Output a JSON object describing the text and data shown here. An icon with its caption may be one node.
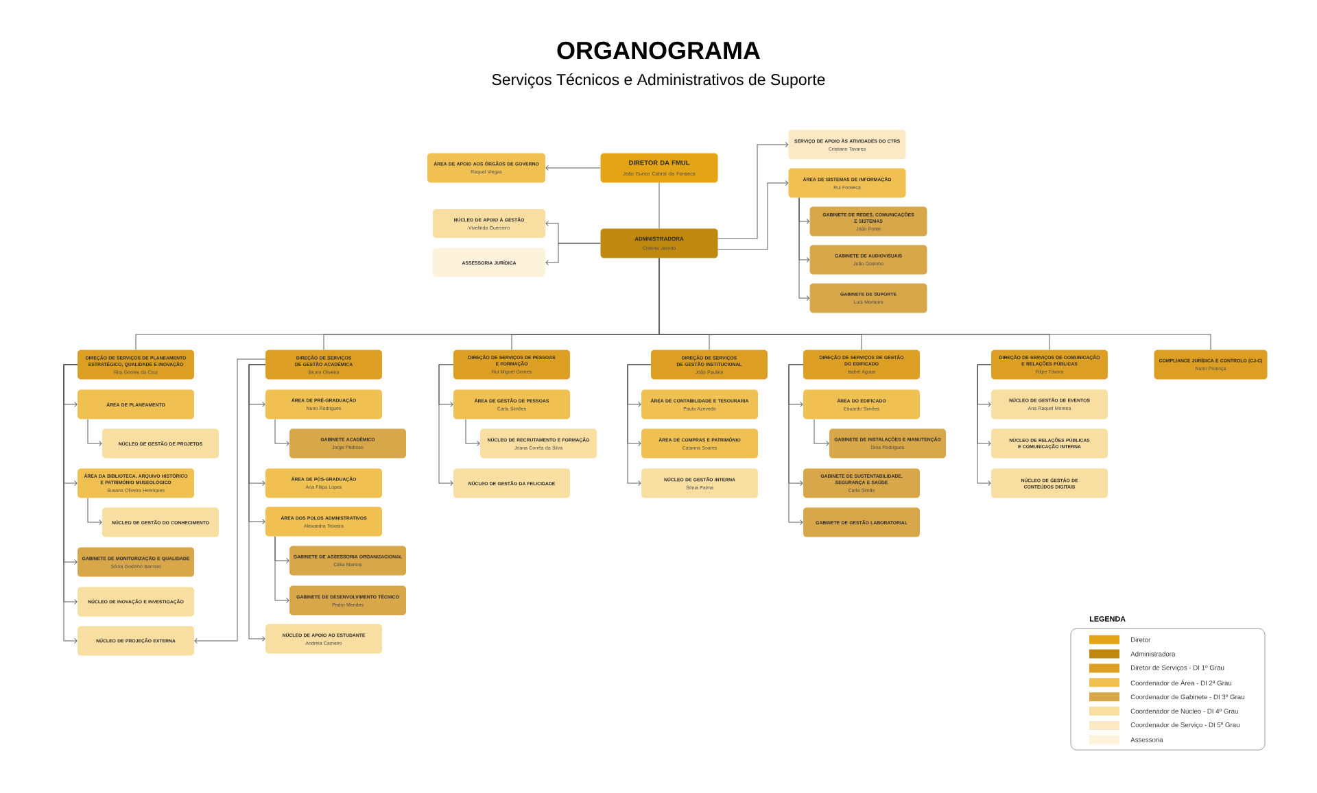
{
  "diagram": {
    "title": "ORGANOGRAMA",
    "nodes": [
      {
        "text": [
          "DIRETOR DA FMUL",
          "João Eurico Cabral da Fonseca"
        ]
      },
      {
        "text": [
          "ÁREA DE APOIO AOS ÓRGÃOS DE GOVERNO",
          "Raquel Viegas"
        ]
      },
      {
        "text": [
          "ADMNISTRADORA",
          "Cristina Jacinto"
        ]
      },
      {
        "text": [
          "NÚCLEO DE APOIO À GESTÃO",
          "Vivelinda Guerreiro"
        ]
      },
      {
        "text": [
          "ASSESSORIA JURÍDICA"
        ]
      },
      {
        "text": [
          "SERVIÇO DE APOIO ÀS ATIVIDADES DO CTRS",
          "Cristiano Tavares"
        ]
      },
      {
        "text": [
          "ÁREA DE SISTEMAS DE INFORMAÇÃO",
          "Rui Fonseca"
        ]
      },
      {
        "text": [
          "GABINETE DE REDES, COMUNICAÇÕES E SISTEMAS",
          "João Ponte"
        ]
      },
      {
        "text": [
          "GABINETE DE AUDIOVISUAIS",
          "João Godinho"
        ]
      },
      {
        "text": [
          "GABINETE DE SUPORTE",
          "Luís Monteiro"
        ]
      },
      {
        "text": [
          "DIREÇÃO DE SERVIÇOS DE PLANEAMENTO ESTRATÉGICO, QUALIDADE E INOVAÇÃO",
          "Rita Gomes da Cruz"
        ]
      },
      {
        "text": [
          "ÁREA DE PLANEAMENTO"
        ]
      },
      {
        "text": [
          "NÚCLEO DE GESTÃO DE PROJETOS"
        ]
      },
      {
        "text": [
          "ÁREA DA BIBLIOTECA, ARQUIVO HISTÓRICO E PATRIMÓNIO MUSEOLÓGICO",
          "Susana Oliveira Henriques"
        ]
      },
      {
        "text": [
          "NÚCLEO DE GESTÃO DO CONHECIMENTO"
        ]
      },
      {
        "text": [
          "GABINETE DE MONITORIZAÇÃO E QUALIDADE",
          "Sónia Godinho Barroso"
        ]
      },
      {
        "text": [
          "NÚCLEO DE INOVAÇÃO E INVESTIGAÇÃO"
        ]
      },
      {
        "text": [
          "NÚCLEO DE PROJEÇÃO EXTERNA"
        ]
      },
      {
        "text": [
          "DIREÇÃO DE SERVIÇOS DE GESTÃO ACADÉMICA",
          "Bruno Oliveira"
        ]
      },
      {
        "text": [
          "ÁREA DE PRÉ-GRADUAÇÃO",
          "Nuno Rodrigues"
        ]
      },
      {
        "text": [
          "GABINETE ACADÉMICO",
          "Jorge Pedroso"
        ]
      },
      {
        "text": [
          "ÁREA DE PÓS-GRADUAÇÃO",
          "Ana Filipa Lopes"
        ]
      },
      {
        "text": [
          "ÁREA DOS POLOS ADMNISTRATIVOS",
          "Alexandra Teixeira"
        ]
      },
      {
        "text": [
          "GABINETE DE ASSESSORIA ORGANIZACIONAL",
          "Célia Martins"
        ]
      },
      {
        "text": [
          "GABINETE DE DESENVOLVIMENTO TÉCNICO",
          "Pedro Mendes"
        ]
      },
      {
        "text": [
          "NÚCLEO DE APOIO AO ESTUDANTE",
          "Andreia Carneiro"
        ]
      },
      {
        "text": [
          "DIREÇÃO DE SERVIÇOS DE PESSOAS E FORMAÇÃO",
          "Rui Miguel Gomes"
        ]
      },
      {
        "text": [
          "ÁREA DE GESTÃO DE PESSOAS",
          "Carla Simões"
        ]
      },
      {
        "text": [
          "NÚCLEO DE RECRUTAMENTO E FORMAÇÃO",
          "Joana Corrêa da Silva"
        ]
      },
      {
        "text": [
          "NÚCLEO DE GESTÃO DA FELICIDADE"
        ]
      },
      {
        "text": [
          "DIREÇÃO DE SERVIÇOS DE GESTÃO INSTITUCIONAL",
          "João Paulino"
        ]
      },
      {
        "text": [
          "ÁREA DE CONTABILIDADE E TESOURARIA",
          "Paula Azevedo"
        ]
      },
      {
        "text": [
          "ÁREA DE COMPRAS E PATRIMÔNIO",
          "Catarina Soares"
        ]
      },
      {
        "text": [
          "NÚCLEO DE GESTÃO INTERNA",
          "Sónia Palma"
        ]
      },
      {
        "text": [
          "DIREÇÃO DE SERVIÇOS DE GESTÃO DO EDIFICADO",
          "Isabel Aguiar"
        ]
      },
      {
        "text": [
          "ÁREA DO EDIFICADO",
          "Eduardo Simões"
        ]
      },
      {
        "text": [
          "GABINETE DE INSTALAÇÕES E MANUTENÇÃO",
          "Dina Rodrigues"
        ]
      },
      {
        "text": [
          "GABINETE DE SUSTENTABILIDADE, SEGURANÇA E SAÚDE",
          "Carla Simão"
        ]
      },
      {
        "text": [
          "GABINETE DE GESTÃO LABORATORIAL"
        ]
      },
      {
        "text": [
          "DIREÇÃO DE SERVIÇOS DE COMUNICAÇÃO E RELAÇÕES PÚBLICAS",
          "Filipe Távora"
        ]
      },
      {
        "text": [
          "NÚCLEO DE GESTÃO DE EVENTOS",
          "Ana Raquel Moreira"
        ]
      },
      {
        "text": [
          "NÚCLEO DE RELAÇÕES PÚBLICAS E COMUNICAÇÃO INTERNA"
        ]
      },
      {
        "text": [
          "NÚCLEO DE GESTÃO DE CONTEÚDOS DIGITAIS"
        ]
      },
      {
        "text": [
          "COMPLIANCE JURÍDICA E CONTROLO (CJ-C)",
          "Nuno Proença"
        ]
      }
    ],
    "edges": [
      {
        "from": 0,
        "to": 1,
        "arrow": "to"
      },
      {
        "from": 0,
        "to": 2,
        "arrow": "none"
      },
      {
        "from": 2,
        "to": 3,
        "arrow": "to"
      },
      {
        "from": 2,
        "to": 4,
        "arrow": "to"
      },
      {
        "from": 2,
        "to": 5,
        "arrow": "to"
      },
      {
        "from": 2,
        "to": 6,
        "arrow": "to"
      },
      {
        "from": 6,
        "to": 7,
        "arrow": "to"
      },
      {
        "from": 6,
        "to": 8,
        "arrow": "to"
      },
      {
        "from": 6,
        "to": 9,
        "arrow": "to"
      },
      {
        "from": 2,
        "to": 10,
        "arrow": "none"
      },
      {
        "from": 2,
        "to": 18,
        "arrow": "none"
      },
      {
        "from": 2,
        "to": 26,
        "arrow": "none"
      },
      {
        "from": 2,
        "to": 30,
        "arrow": "none"
      },
      {
        "from": 2,
        "to": 34,
        "arrow": "none"
      },
      {
        "from": 2,
        "to": 39,
        "arrow": "none"
      },
      {
        "from": 2,
        "to": 43,
        "arrow": "none"
      },
      {
        "from": 10,
        "to": 11,
        "arrow": "to"
      },
      {
        "from": 10,
        "to": 13,
        "arrow": "to"
      },
      {
        "from": 10,
        "to": 15,
        "arrow": "to"
      },
      {
        "from": 10,
        "to": 16,
        "arrow": "to"
      },
      {
        "from": 10,
        "to": 17,
        "arrow": "to"
      },
      {
        "from": 11,
        "to": 12,
        "arrow": "to"
      },
      {
        "from": 13,
        "to": 14,
        "arrow": "to"
      },
      {
        "from": 18,
        "to": 19,
        "arrow": "to"
      },
      {
        "from": 18,
        "to": 21,
        "arrow": "to"
      },
      {
        "from": 18,
        "to": 22,
        "arrow": "to"
      },
      {
        "from": 18,
        "to": 25,
        "arrow": "to"
      },
      {
        "from": 18,
        "to": 17,
        "arrow": "to"
      },
      {
        "from": 19,
        "to": 20,
        "arrow": "to"
      },
      {
        "from": 22,
        "to": 23,
        "arrow": "to"
      },
      {
        "from": 22,
        "to": 24,
        "arrow": "to"
      },
      {
        "from": 26,
        "to": 27,
        "arrow": "to"
      },
      {
        "from": 26,
        "to": 29,
        "arrow": "to"
      },
      {
        "from": 27,
        "to": 28,
        "arrow": "to"
      },
      {
        "from": 30,
        "to": 31,
        "arrow": "to"
      },
      {
        "from": 30,
        "to": 32,
        "arrow": "to"
      },
      {
        "from": 30,
        "to": 33,
        "arrow": "to"
      },
      {
        "from": 34,
        "to": 35,
        "arrow": "to"
      },
      {
        "from": 34,
        "to": 37,
        "arrow": "to"
      },
      {
        "from": 34,
        "to": 38,
        "arrow": "to"
      },
      {
        "from": 35,
        "to": 36,
        "arrow": "to"
      },
      {
        "from": 39,
        "to": 40,
        "arrow": "to"
      },
      {
        "from": 39,
        "to": 41,
        "arrow": "to"
      },
      {
        "from": 39,
        "to": 42,
        "arrow": "to"
      }
    ],
    "labels": [
      "Serviços Técnicos e Administrativos de Suporte",
      "LEGENDA"
    ],
    "legend": [
      {
        "text": "Diretor",
        "color": "#e3a515"
      },
      {
        "text": "Administradora",
        "color": "#bf880e"
      },
      {
        "text": "Diretor de Serviços - DI 1º Grau",
        "color": "#dc9e23"
      },
      {
        "text": "Coordenador de Área - DI 2ª Grau",
        "color": "#f0c152"
      },
      {
        "text": "Coordenador de Gabinete - DI 3º Grau",
        "color": "#d8a74a"
      },
      {
        "text": "Coordenador de Núcleo - DI 4º Grau",
        "color": "#f8dea0"
      },
      {
        "text": "Coordenador de Serviço - DI 5º Grau",
        "color": "#fbe9c6"
      },
      {
        "text": "Assessoria",
        "color": "#fdf2dc"
      }
    ]
  }
}
